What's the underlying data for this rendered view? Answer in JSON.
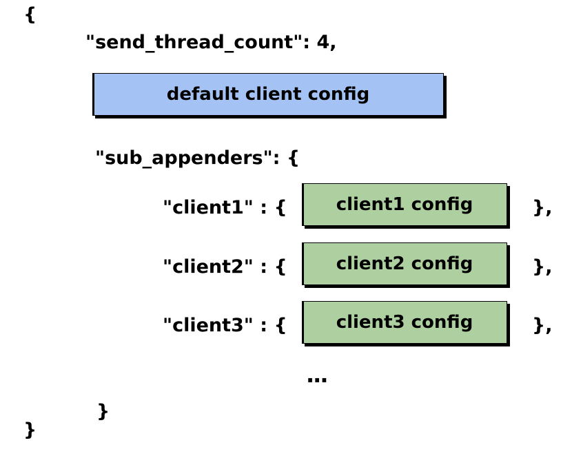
{
  "colors": {
    "default_box": "#a4c2f4",
    "client_box": "#aecfa0",
    "text": "#000000",
    "background": "#ffffff"
  },
  "outer": {
    "open_brace": "{",
    "close_brace": "}"
  },
  "send_thread_count": {
    "text": "\"send_thread_count\": 4,"
  },
  "default_client_config": {
    "label": "default client config"
  },
  "sub_appenders": {
    "key_text": "\"sub_appenders\": {",
    "close_brace": "}",
    "clients": [
      {
        "key": "\"client1\" : {",
        "config_label": "client1 config",
        "trailing": "},"
      },
      {
        "key": "\"client2\" : {",
        "config_label": "client2 config",
        "trailing": "},"
      },
      {
        "key": "\"client3\" : {",
        "config_label": "client3 config",
        "trailing": "},"
      }
    ],
    "ellipsis": "..."
  }
}
